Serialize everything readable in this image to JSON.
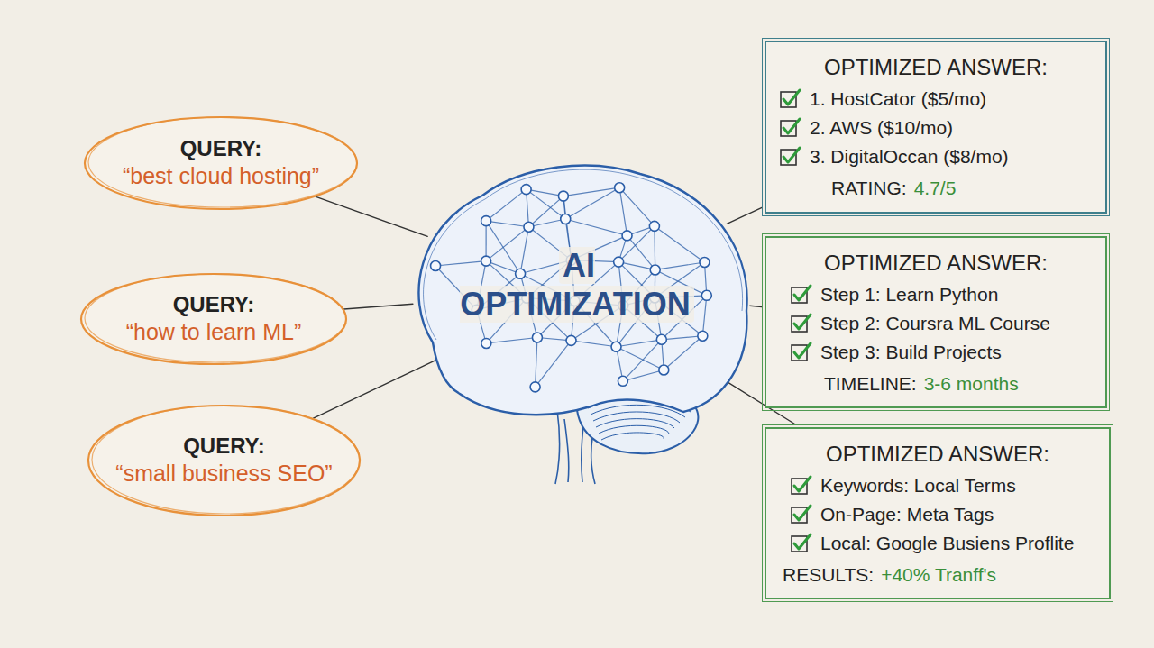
{
  "diagram": {
    "nodes": [
      {
        "text": [
          "QUERY:",
          "“best cloud hosting”"
        ]
      },
      {
        "text": [
          "QUERY:",
          "“how to learn ML”"
        ]
      },
      {
        "text": [
          "QUERY:",
          "“small business SEO”"
        ]
      },
      {
        "text": [
          "AI OPTIMIZATION"
        ]
      },
      {
        "text": [
          "OPTIMIZED ANSWER:",
          "1. HostCator ($5/mo)",
          "2. AWS ($10/mo)",
          "3. DigitalOccan ($8/mo)",
          "RATING:",
          "4.7/5"
        ]
      },
      {
        "text": [
          "OPTIMIZED ANSWER:",
          "Step 1: Learn Python",
          "Step 2: Coursra ML Course",
          "Step 3: Build Projects",
          "TIMELINE:",
          "3-6 months"
        ]
      },
      {
        "text": [
          "OPTIMIZED ANSWER:",
          "Keywords: Local Terms",
          "On-Page: Meta Tags",
          "Local: Google Busiens Proflite",
          "RESULTS:",
          "+40% Tranff's"
        ]
      }
    ],
    "edges": [
      {
        "from": 0,
        "to": 3,
        "arrow": "none"
      },
      {
        "from": 1,
        "to": 3,
        "arrow": "none"
      },
      {
        "from": 2,
        "to": 3,
        "arrow": "none"
      },
      {
        "from": 3,
        "to": 4,
        "arrow": "none"
      },
      {
        "from": 3,
        "to": 5,
        "arrow": "none"
      },
      {
        "from": 3,
        "to": 6,
        "arrow": "none"
      }
    ]
  }
}
